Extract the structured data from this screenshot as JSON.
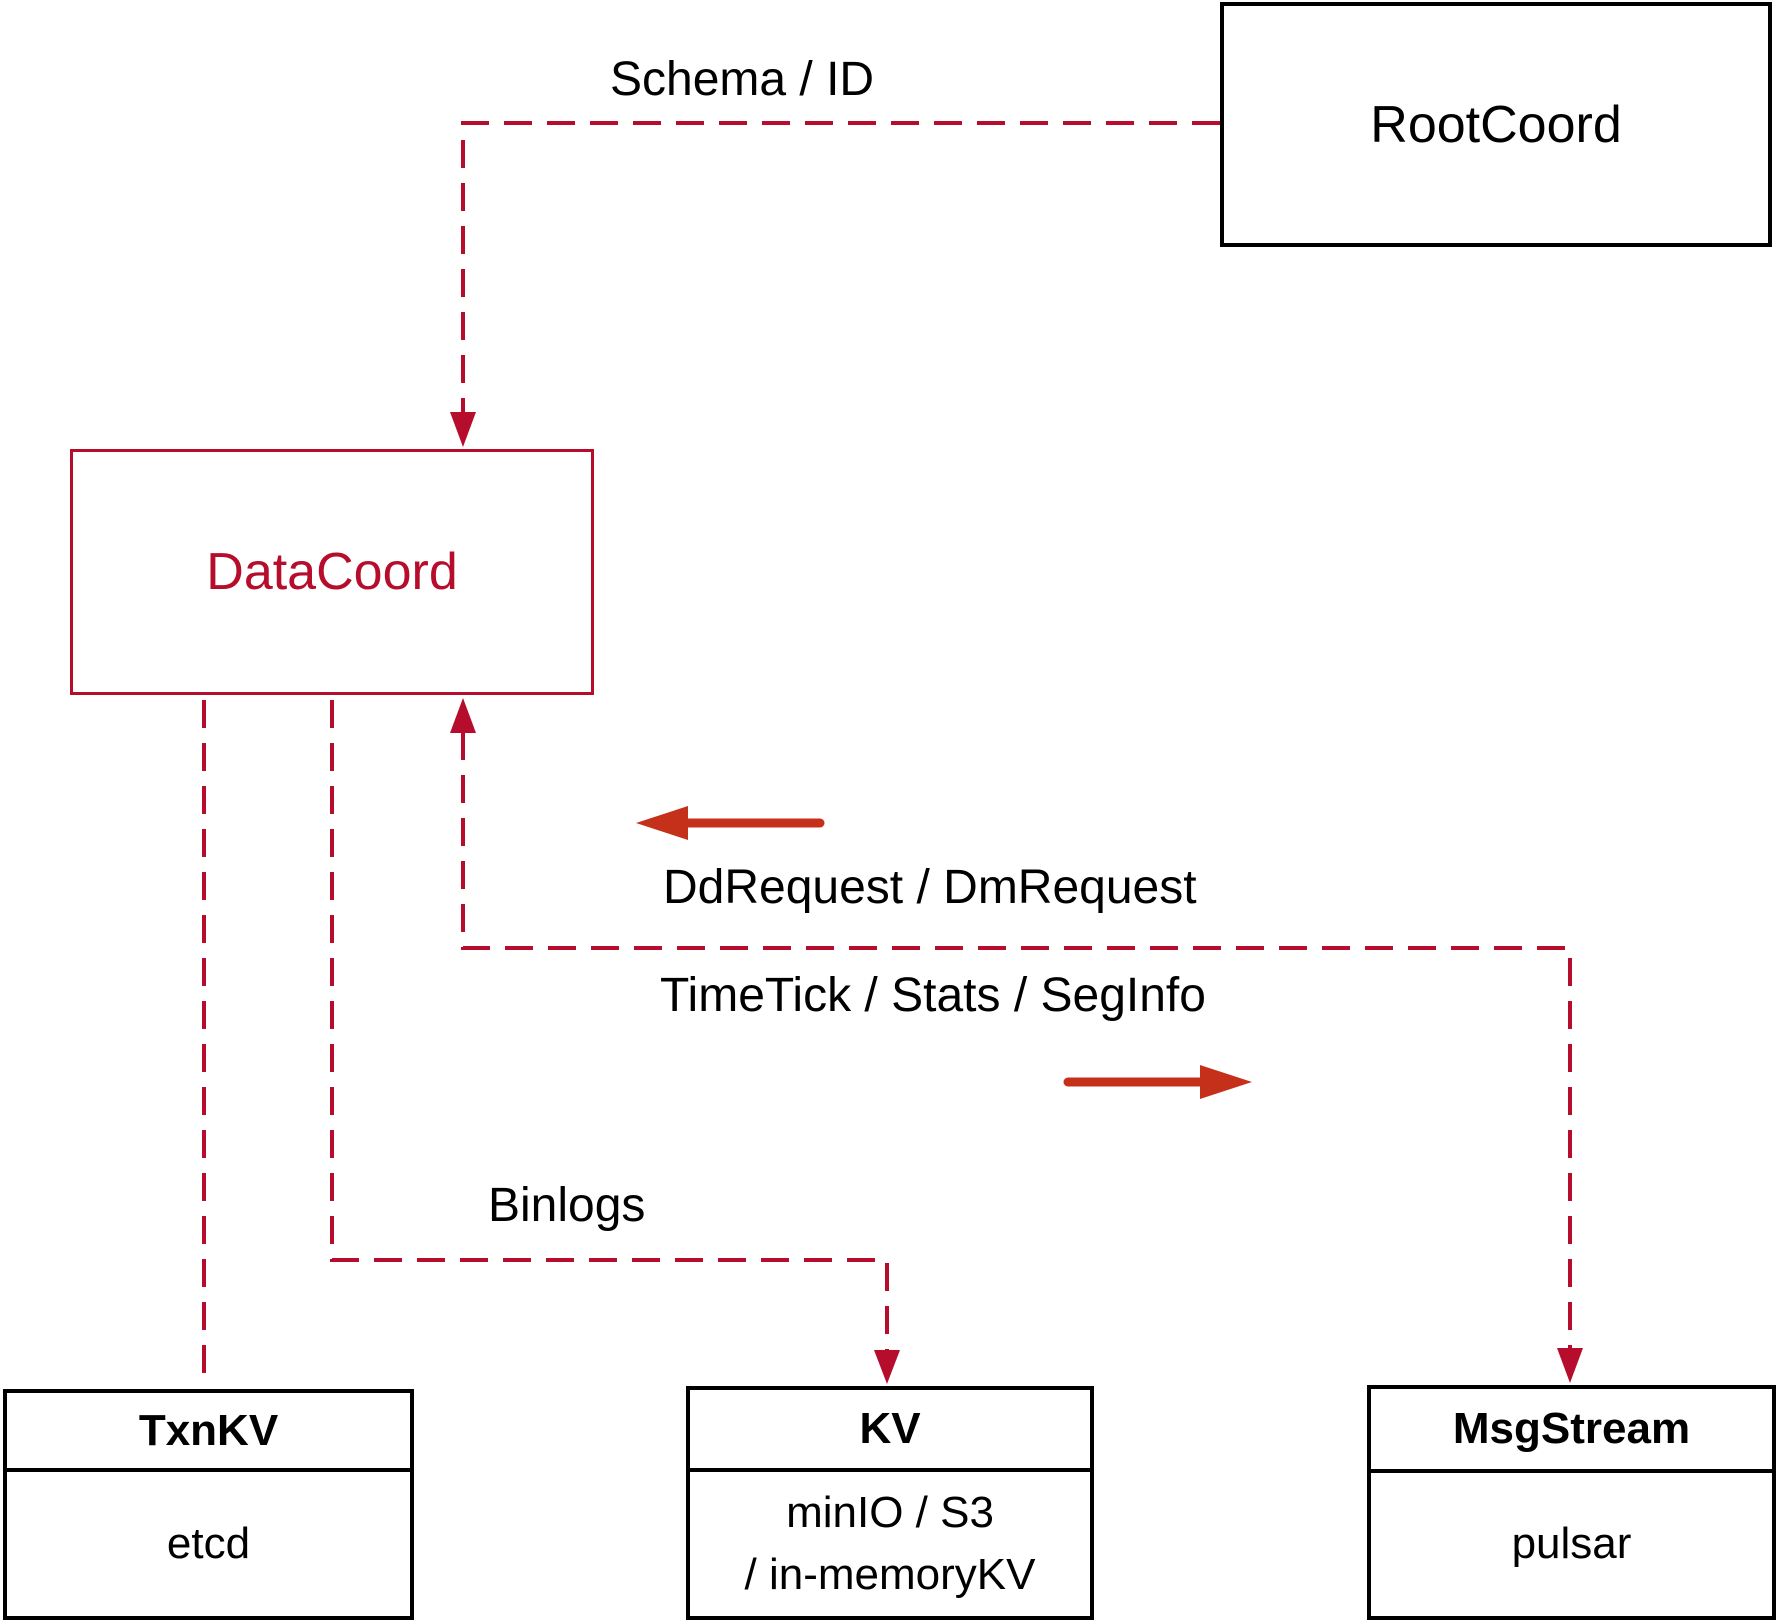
{
  "nodes": {
    "rootcoord": {
      "label": "RootCoord"
    },
    "datacoord": {
      "label": "DataCoord"
    },
    "txnkv": {
      "title": "TxnKV",
      "body": "etcd"
    },
    "kv": {
      "title": "KV",
      "body_line1": "minIO / S3",
      "body_line2": "/ in-memoryKV"
    },
    "msgstream": {
      "title": "MsgStream",
      "body": "pulsar"
    }
  },
  "edges": {
    "schema_id": {
      "label": "Schema / ID"
    },
    "dd_request": {
      "label": "DdRequest / DmRequest"
    },
    "time_tick": {
      "label": "TimeTick / Stats / SegInfo"
    },
    "binlogs": {
      "label": "Binlogs"
    }
  },
  "colors": {
    "crimson": "#b60d2c",
    "arrow_red": "#c5301b",
    "line_black": "#000000"
  }
}
